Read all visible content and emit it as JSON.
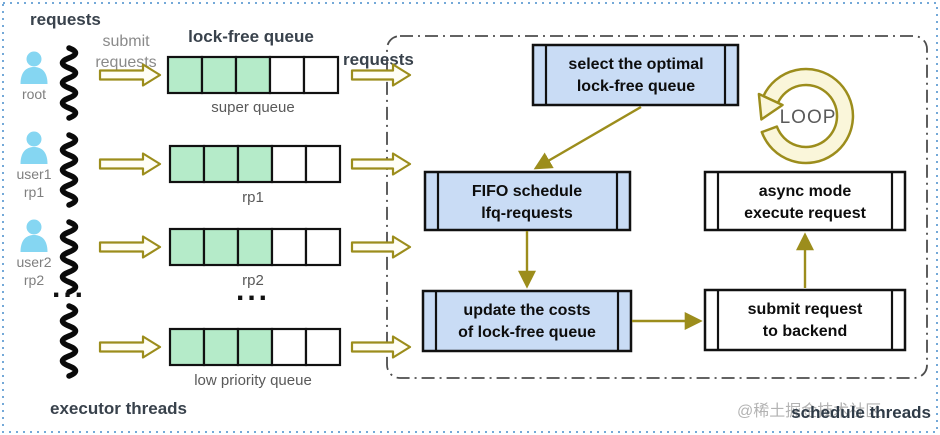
{
  "diagram": {
    "headings": {
      "requests_top": "requests",
      "lockfree_queue": "lock-free queue",
      "requests_mid": "requests",
      "executor_threads": "executor threads",
      "schedule_threads": "schedule threads",
      "watermark": "@稀土掘金技术社区"
    },
    "submit_label": {
      "line1": "submit",
      "line2": "requests"
    },
    "loop_label": "LOOP",
    "ellipsis": "...",
    "users": [
      {
        "name": "root",
        "pool": ""
      },
      {
        "name": "user1",
        "pool": "rp1"
      },
      {
        "name": "user2",
        "pool": "rp2"
      }
    ],
    "queues": [
      {
        "label": "super queue",
        "filled": 3,
        "total": 5
      },
      {
        "label": "rp1",
        "filled": 3,
        "total": 5
      },
      {
        "label": "rp2",
        "filled": 3,
        "total": 5
      },
      {
        "label": "low priority queue",
        "filled": 3,
        "total": 5
      }
    ],
    "flow_boxes": [
      {
        "id": "select-optimal",
        "line1": "select the optimal",
        "line2": "lock-free queue",
        "style": "blue"
      },
      {
        "id": "fifo-schedule",
        "line1": "FIFO schedule",
        "line2": "lfq-requests",
        "style": "blue"
      },
      {
        "id": "async-execute",
        "line1": "async mode",
        "line2": "execute request",
        "style": "white"
      },
      {
        "id": "update-costs",
        "line1": "update the costs",
        "line2": "of lock-free queue",
        "style": "blue"
      },
      {
        "id": "submit-backend",
        "line1": "submit request",
        "line2": "to backend",
        "style": "white"
      }
    ],
    "colors": {
      "accent_olive": "#9c8d1c",
      "box_blue": "#c9dcf5",
      "box_white": "#ffffff",
      "cell_filled": "#b5ebc9",
      "cell_empty": "#ffffff",
      "user_icon": "#85d6f2",
      "outer_border": "#74a9d8",
      "loop_fill": "#faf6da"
    }
  }
}
